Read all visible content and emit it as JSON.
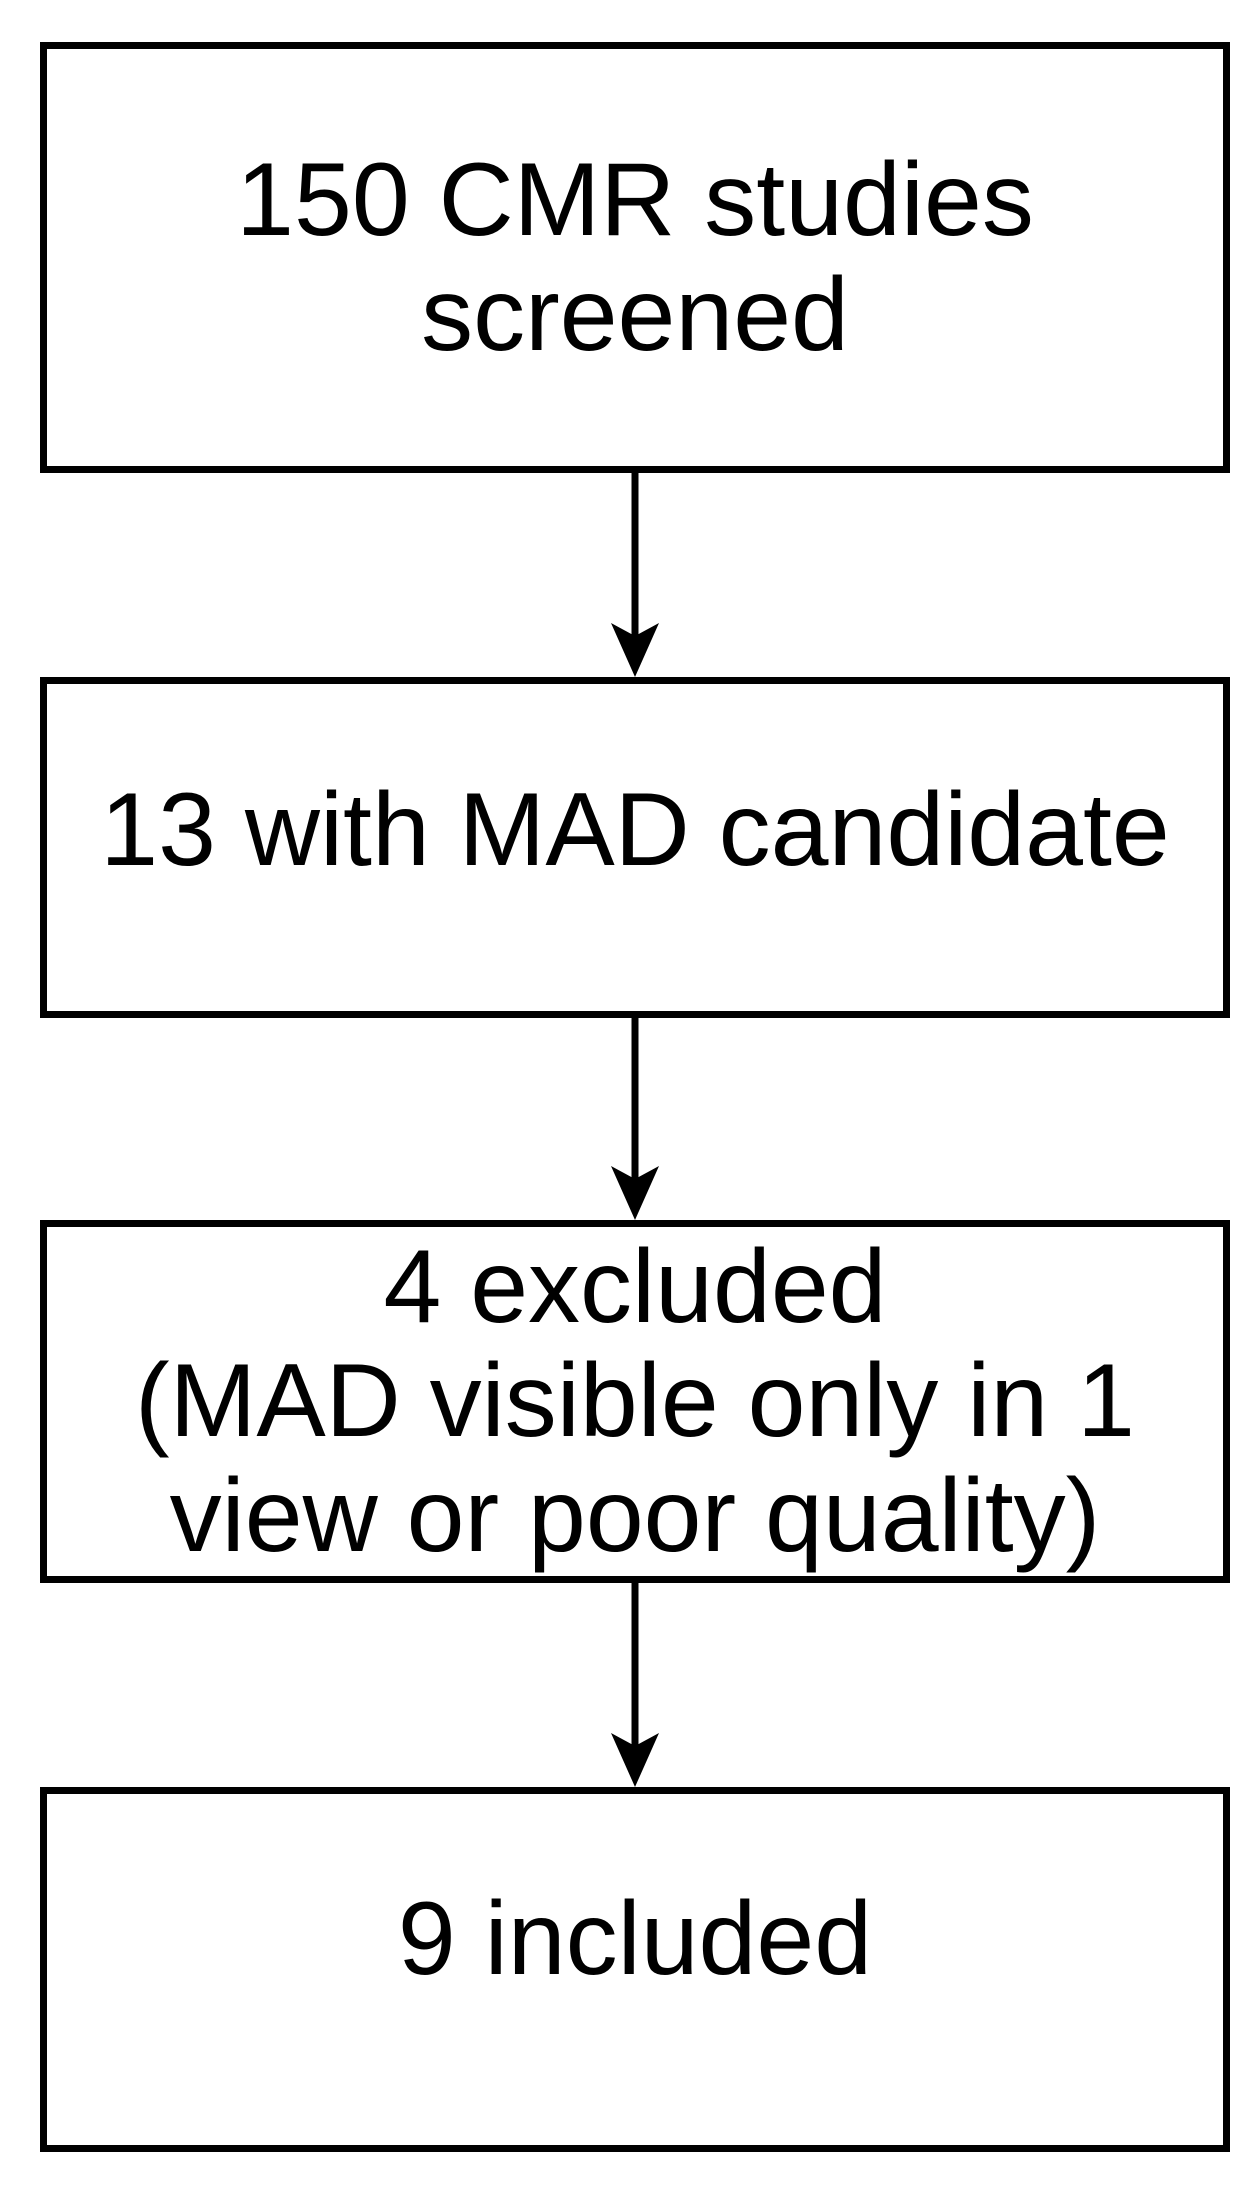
{
  "diagram": {
    "type": "flowchart",
    "background_color": "#ffffff",
    "line_color": "#000000",
    "text_color": "#000000",
    "nodes": [
      {
        "id": "screened",
        "lines": [
          "150 CMR studies",
          "screened"
        ]
      },
      {
        "id": "mad-candidate",
        "lines": [
          "13 with MAD candidate"
        ]
      },
      {
        "id": "excluded",
        "lines": [
          "4 excluded",
          "(MAD visible only in 1",
          "view or poor quality)"
        ]
      },
      {
        "id": "included",
        "lines": [
          "9 included"
        ]
      }
    ],
    "edges": [
      {
        "from": "screened",
        "to": "mad-candidate"
      },
      {
        "from": "mad-candidate",
        "to": "excluded"
      },
      {
        "from": "excluded",
        "to": "included"
      }
    ]
  }
}
